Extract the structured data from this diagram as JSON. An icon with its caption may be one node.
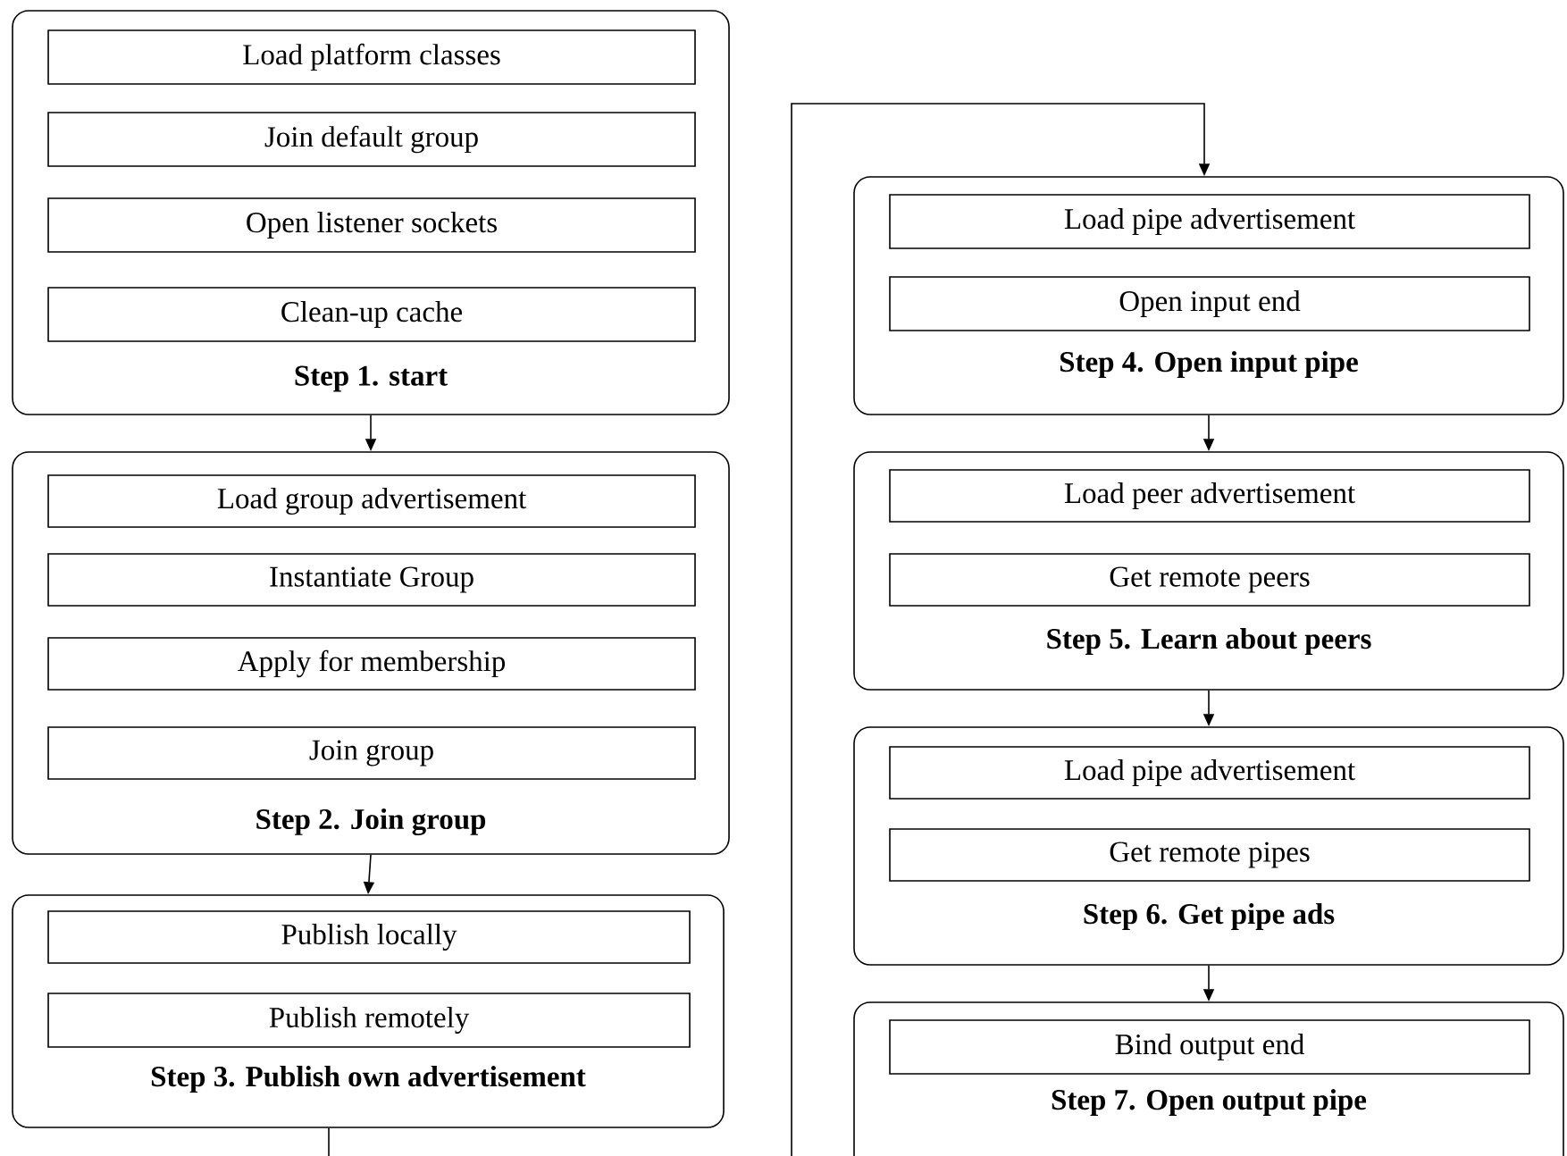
{
  "diagram": {
    "nodes": [
      {
        "text": [
          "Step 1. start"
        ]
      },
      {
        "text": [
          "Load platform classes"
        ],
        "in": 0
      },
      {
        "text": [
          "Join default group"
        ],
        "in": 0
      },
      {
        "text": [
          "Open listener sockets"
        ],
        "in": 0
      },
      {
        "text": [
          "Clean-up cache"
        ],
        "in": 0
      },
      {
        "text": [
          "Step 2. Join group"
        ]
      },
      {
        "text": [
          "Load group advertisement"
        ],
        "in": 5
      },
      {
        "text": [
          "Instantiate Group"
        ],
        "in": 5
      },
      {
        "text": [
          "Apply for membership"
        ],
        "in": 5
      },
      {
        "text": [
          "Join group"
        ],
        "in": 5
      },
      {
        "text": [
          "Step 3. Publish own advertisement"
        ]
      },
      {
        "text": [
          "Publish locally"
        ],
        "in": 10
      },
      {
        "text": [
          "Publish remotely"
        ],
        "in": 10
      },
      {
        "text": [
          "Step 4. Open input pipe"
        ]
      },
      {
        "text": [
          "Load pipe advertisement"
        ],
        "in": 13
      },
      {
        "text": [
          "Open input end"
        ],
        "in": 13
      },
      {
        "text": [
          "Step 5. Learn about peers"
        ]
      },
      {
        "text": [
          "Load peer advertisement"
        ],
        "in": 16
      },
      {
        "text": [
          "Get remote peers"
        ],
        "in": 16
      },
      {
        "text": [
          "Step 6. Get pipe ads"
        ]
      },
      {
        "text": [
          "Load pipe advertisement"
        ],
        "in": 19
      },
      {
        "text": [
          "Get remote pipes"
        ],
        "in": 19
      },
      {
        "text": [
          "Step 7. Open output pipe"
        ]
      },
      {
        "text": [
          "Bind output end"
        ],
        "in": 22
      }
    ],
    "edges": [
      {
        "from": 0,
        "to": 5,
        "arrow": "to"
      },
      {
        "from": 5,
        "to": 10,
        "arrow": "to"
      },
      {
        "from": 10,
        "to": null,
        "arrow": "none"
      },
      {
        "from": null,
        "to": 13,
        "arrow": "to"
      },
      {
        "from": 13,
        "to": 16,
        "arrow": "to"
      },
      {
        "from": 16,
        "to": 19,
        "arrow": "to"
      },
      {
        "from": 19,
        "to": 22,
        "arrow": "to"
      }
    ]
  }
}
